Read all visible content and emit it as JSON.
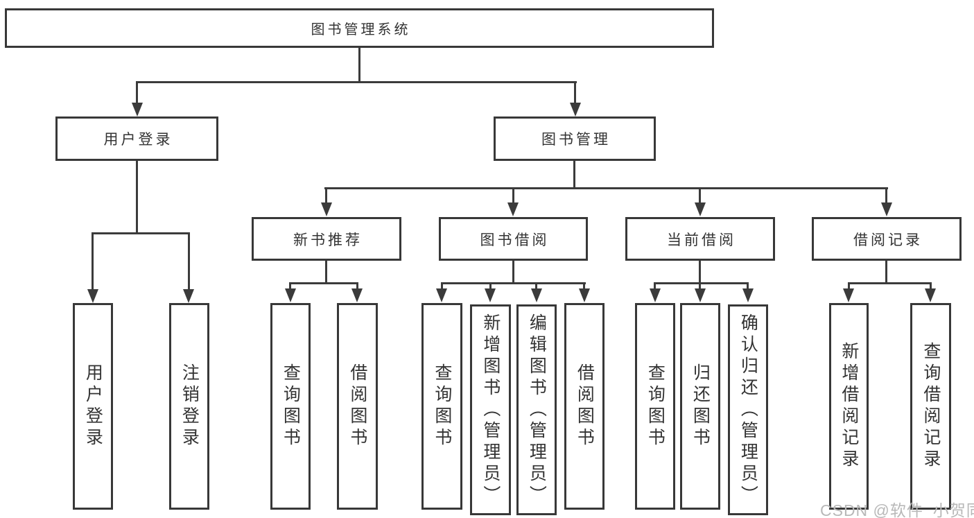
{
  "nodes": {
    "root": "图书管理系统",
    "user_login": "用户登录",
    "book_mgmt": "图书管理",
    "new_book_rec": "新书推荐",
    "book_borrow": "图书借阅",
    "current_borrow": "当前借阅",
    "borrow_records": "借阅记录",
    "leaf_user_login": "用户登录",
    "leaf_logout": "注销登录",
    "leaf_nb_query": "查询图书",
    "leaf_nb_borrow": "借阅图书",
    "leaf_bb_query": "查询图书",
    "leaf_bb_add": "新增图书（管理员）",
    "leaf_bb_edit": "编辑图书（管理员）",
    "leaf_bb_borrow": "借阅图书",
    "leaf_cb_query": "查询图书",
    "leaf_cb_return": "归还图书",
    "leaf_cb_confirm": "确认归还（管理员）",
    "leaf_br_add": "新增借阅记录",
    "leaf_br_query": "查询借阅记录"
  },
  "hierarchy": {
    "图书管理系统": {
      "用户登录": [
        "用户登录",
        "注销登录"
      ],
      "图书管理": {
        "新书推荐": [
          "查询图书",
          "借阅图书"
        ],
        "图书借阅": [
          "查询图书",
          "新增图书（管理员）",
          "编辑图书（管理员）",
          "借阅图书"
        ],
        "当前借阅": [
          "查询图书",
          "归还图书",
          "确认归还（管理员）"
        ],
        "借阅记录": [
          "新增借阅记录",
          "查询借阅记录"
        ]
      }
    }
  },
  "watermark": "CSDN @软件_小贺同学",
  "colors": {
    "line": "#3b3b3b",
    "text": "#333333",
    "watermark": "#b8b8b8",
    "background": "#ffffff"
  }
}
